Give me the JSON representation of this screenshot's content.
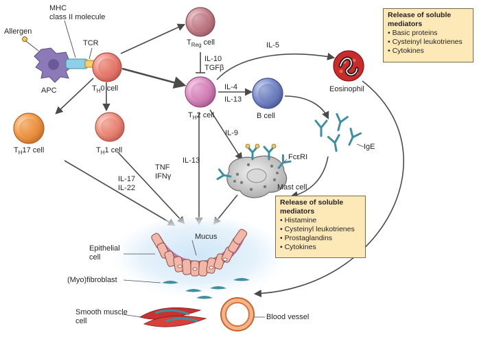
{
  "labels": {
    "allergen": "Allergen",
    "mhc_line1": "MHC",
    "mhc_line2": "class II molecule",
    "tcr": "TCR",
    "apc": "APC",
    "th0": "T",
    "th0_sub": "H",
    "th0_rest": "0 cell",
    "treg": "T",
    "treg_sub": "Reg",
    "treg_rest": " cell",
    "il10": "IL-10",
    "tgfb": "TGFβ",
    "il5": "IL-5",
    "eosinophil": "Eosinophil",
    "th2": "T",
    "th2_sub": "H",
    "th2_rest": "2 cell",
    "il4": "IL-4",
    "il13_a": "IL-13",
    "bcell": "B cell",
    "th17": "T",
    "th17_sub": "H",
    "th17_rest": "17 cell",
    "th1": "T",
    "th1_sub": "H",
    "th1_rest": "1 cell",
    "il9": "IL-9",
    "fceri": "FcεRI",
    "ige": "IgE",
    "il13_b": "IL-13",
    "tnf": "TNF",
    "ifng": "IFNγ",
    "il17": "IL-17",
    "il22": "IL-22",
    "mastcell": "Mast cell",
    "mucus": "Mucus",
    "epithelial_line1": "Epithelial",
    "epithelial_line2": "cell",
    "myofibroblast": "(Myo)fibroblast",
    "smooth_line1": "Smooth muscle",
    "smooth_line2": "cell",
    "bloodvessel": "Blood vessel"
  },
  "box_eosinophil": {
    "title_line1": "Release of soluble",
    "title_line2": "mediators",
    "items": [
      "Basic proteins",
      "Cysteinyl leukotrienes",
      "Cytokines"
    ]
  },
  "box_mastcell": {
    "title_line1": "Release of soluble",
    "title_line2": "mediators",
    "items": [
      "Histamine",
      "Cysteinyl leukotrienes",
      "Prostaglandins",
      "Cytokines"
    ]
  },
  "colors": {
    "box_fill": "#fde8b8",
    "th0": "#e9837a",
    "treg": "#c98a93",
    "th2": "#d990c0",
    "bcell": "#7a8bc7",
    "th17": "#f0a052",
    "th1": "#ee8e7e",
    "apc": "#8c79b8",
    "eosinophil": "#c92a2a",
    "antibody": "#3e8fa0",
    "tissue_pink": "#e9a7a2"
  }
}
